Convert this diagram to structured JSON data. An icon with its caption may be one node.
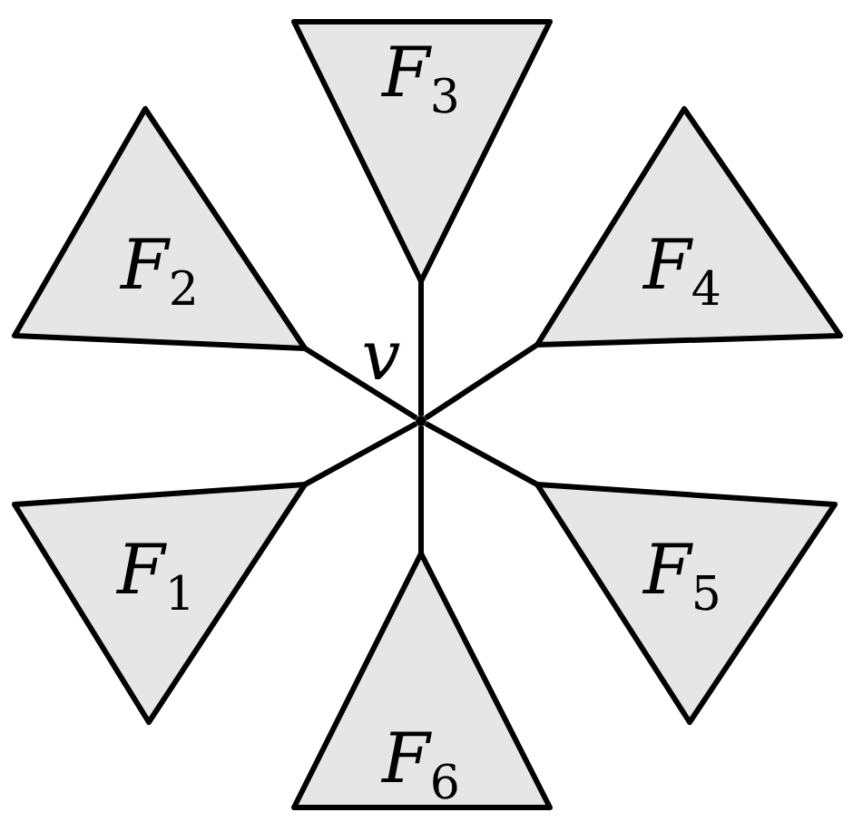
{
  "diagram": {
    "nodes": [
      {
        "text": [
          "F$_{3}$"
        ]
      },
      {
        "text": [
          "F$_{2}$"
        ]
      },
      {
        "text": [
          "F$_{4}$"
        ]
      },
      {
        "text": [],
        "shape": "point",
        "beside": [
          "v"
        ]
      },
      {
        "text": [
          "F$_{1}$"
        ]
      },
      {
        "text": [
          "F$_{5}$"
        ]
      },
      {
        "text": [
          "F$_{6}$"
        ]
      }
    ],
    "edges": [
      {
        "from": 3,
        "to": 0,
        "arrow": "none"
      },
      {
        "from": 3,
        "to": 1,
        "arrow": "none"
      },
      {
        "from": 3,
        "to": 2,
        "arrow": "none"
      },
      {
        "from": 3,
        "to": 4,
        "arrow": "none"
      },
      {
        "from": 3,
        "to": 5,
        "arrow": "none"
      },
      {
        "from": 3,
        "to": 6,
        "arrow": "none"
      }
    ]
  }
}
